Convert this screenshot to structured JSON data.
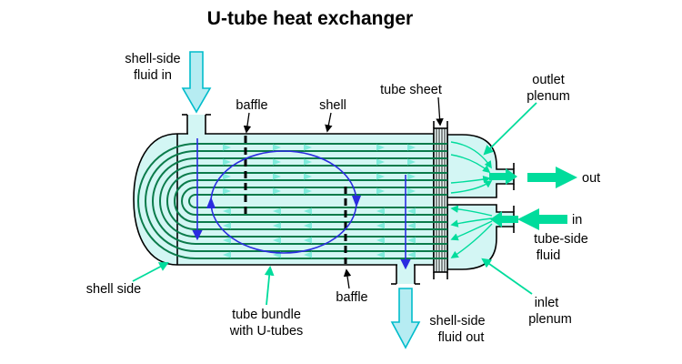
{
  "title": "U-tube heat exchanger",
  "labels": {
    "shell_in": [
      "shell-side",
      "fluid in"
    ],
    "baffle_top": "baffle",
    "shell": "shell",
    "tube_sheet": "tube sheet",
    "outlet_plenum": [
      "outlet",
      "plenum"
    ],
    "out": "out",
    "in": "in",
    "tube_side_fluid": [
      "tube-side",
      "fluid"
    ],
    "inlet_plenum": [
      "inlet",
      "plenum"
    ],
    "shell_out": [
      "shell-side",
      "fluid out"
    ],
    "baffle_bottom": "baffle",
    "tube_bundle": [
      "tube bundle",
      "with U-tubes"
    ],
    "shell_side": "shell side"
  },
  "colors": {
    "teal": "#00DC9C",
    "pale_fill": "#B6ECF2",
    "pale_stroke": "#00BCCB",
    "shell_fill": "#D3F6F4",
    "tube": "#0B7B4B",
    "blue": "#2B2BE0",
    "flow_small": "#7FEBDB",
    "ink": "#000000"
  }
}
